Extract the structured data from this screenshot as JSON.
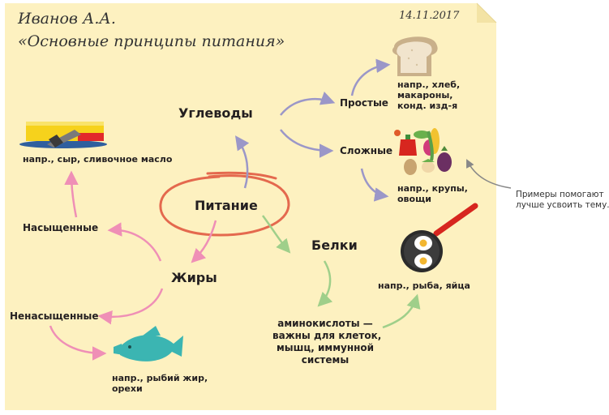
{
  "author": "Иванов А.А.",
  "title": "«Основные принципы питания»",
  "date": "14.11.2017",
  "center": "Питание",
  "carbs": {
    "label": "Углеводы",
    "simple": "Простые",
    "simple_examples": [
      "напр., хлеб,",
      "макароны,",
      "конд. изд-я"
    ],
    "complex": "Сложные",
    "complex_examples": [
      "напр., крупы,",
      "овощи"
    ]
  },
  "proteins": {
    "label": "Белки",
    "detail": [
      "аминокислоты —",
      "важны для клеток,",
      "мышц, иммунной",
      "системы"
    ],
    "examples": "напр., рыба, яйца"
  },
  "fats": {
    "label": "Жиры",
    "saturated": "Насыщенные",
    "saturated_examples": "напр., сыр, сливочное масло",
    "unsaturated": "Ненасыщенные",
    "unsaturated_examples": [
      "напр., рыбий жир,",
      "орехи"
    ]
  },
  "note": [
    "Примеры помогают",
    "лучше усвоить тему."
  ],
  "colors": {
    "paper": "#fdf1c0",
    "carbs_arrow": "#9b97c8",
    "proteins_arrow": "#9fcf8a",
    "fats_arrow": "#ef8fb6",
    "center_ellipse": "#e4694e"
  },
  "icons": [
    "bread-icon",
    "vegetables-icon",
    "frying-pan-eggs-icon",
    "butter-icon",
    "fish-icon"
  ]
}
